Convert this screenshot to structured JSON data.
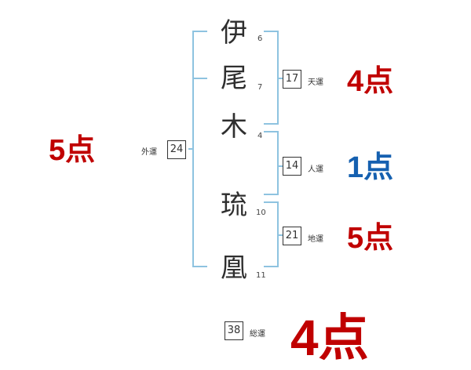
{
  "colors": {
    "bracket": "#8ec3e0",
    "score_red": "#c00000",
    "score_blue": "#1560b0"
  },
  "name_chars": [
    {
      "char": "伊",
      "strokes": "6"
    },
    {
      "char": "尾",
      "strokes": "7"
    },
    {
      "char": "木",
      "strokes": "4"
    },
    {
      "char": "琉",
      "strokes": "10"
    },
    {
      "char": "凰",
      "strokes": "11"
    }
  ],
  "fortunes": {
    "gaiun": {
      "label": "外運",
      "value": "24",
      "score": "5点"
    },
    "tenun": {
      "label": "天運",
      "value": "17",
      "score": "4点"
    },
    "jinun": {
      "label": "人運",
      "value": "14",
      "score": "1点"
    },
    "chiun": {
      "label": "地運",
      "value": "21",
      "score": "5点"
    },
    "souun": {
      "label": "総運",
      "value": "38",
      "score": "4点"
    }
  }
}
